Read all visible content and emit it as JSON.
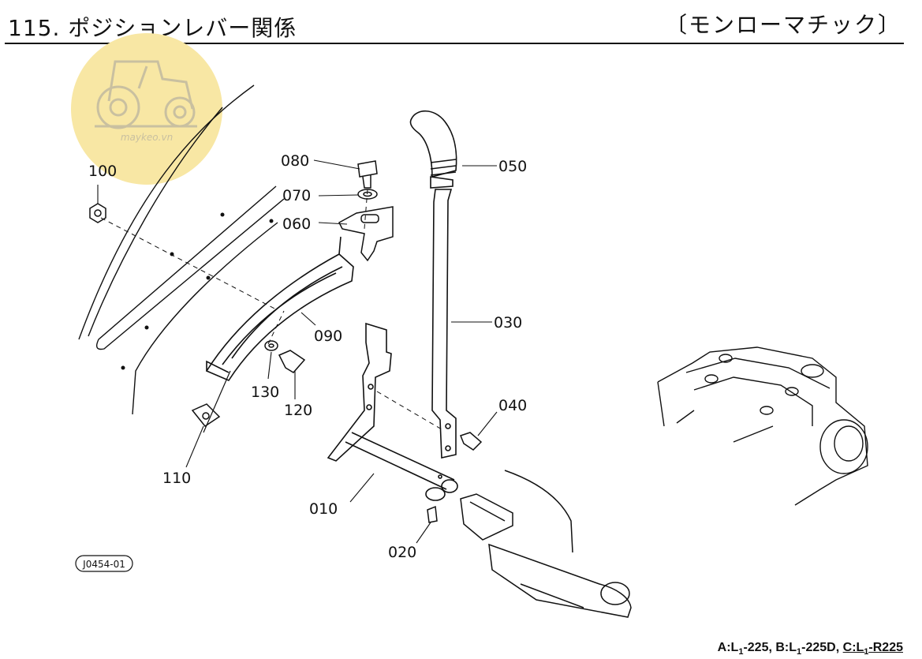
{
  "header": {
    "title": "115. ポジションレバー関係",
    "subtitle": "〔モンローマチック〕"
  },
  "watermark": {
    "text": "mayk͏eo.vn",
    "color": "#f6df8f"
  },
  "diagram_code": "J0454-01",
  "parts": [
    {
      "label": "010"
    },
    {
      "label": "020"
    },
    {
      "label": "030"
    },
    {
      "label": "040"
    },
    {
      "label": "050"
    },
    {
      "label": "060"
    },
    {
      "label": "070"
    },
    {
      "label": "080"
    },
    {
      "label": "090"
    },
    {
      "label": "100"
    },
    {
      "label": "110"
    },
    {
      "label": "120"
    },
    {
      "label": "130"
    }
  ],
  "footer": {
    "a_prefix": "A:L",
    "a_sub": "1",
    "a_suffix": "-225,",
    "b_prefix": "B:L",
    "b_sub": "1",
    "b_suffix": "-225D,",
    "c_prefix": "C:L",
    "c_sub": "1",
    "c_suffix": "-R225"
  }
}
